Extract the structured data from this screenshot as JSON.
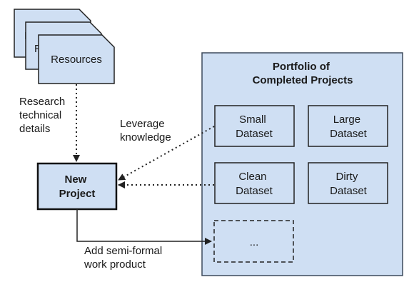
{
  "resources": {
    "stack_partial_labels": [
      "R",
      "R"
    ],
    "front_label": "Resources"
  },
  "research_note": [
    "Research",
    "technical",
    "details"
  ],
  "leverage_note": [
    "Leverage",
    "knowledge"
  ],
  "new_project": [
    "New",
    "Project"
  ],
  "add_note": [
    "Add semi-formal",
    "work product"
  ],
  "portfolio": {
    "title": [
      "Portfolio of",
      "Completed Projects"
    ],
    "projects": [
      {
        "lines": [
          "Small",
          "Dataset"
        ]
      },
      {
        "lines": [
          "Large",
          "Dataset"
        ]
      },
      {
        "lines": [
          "Clean",
          "Dataset"
        ]
      },
      {
        "lines": [
          "Dirty",
          "Dataset"
        ]
      }
    ],
    "placeholder": "..."
  },
  "colors": {
    "panel_fill": "#cfdff3",
    "panel_stroke": "#3d4a5c",
    "doc_fill": "#cfdff3",
    "stroke": "#222222"
  }
}
